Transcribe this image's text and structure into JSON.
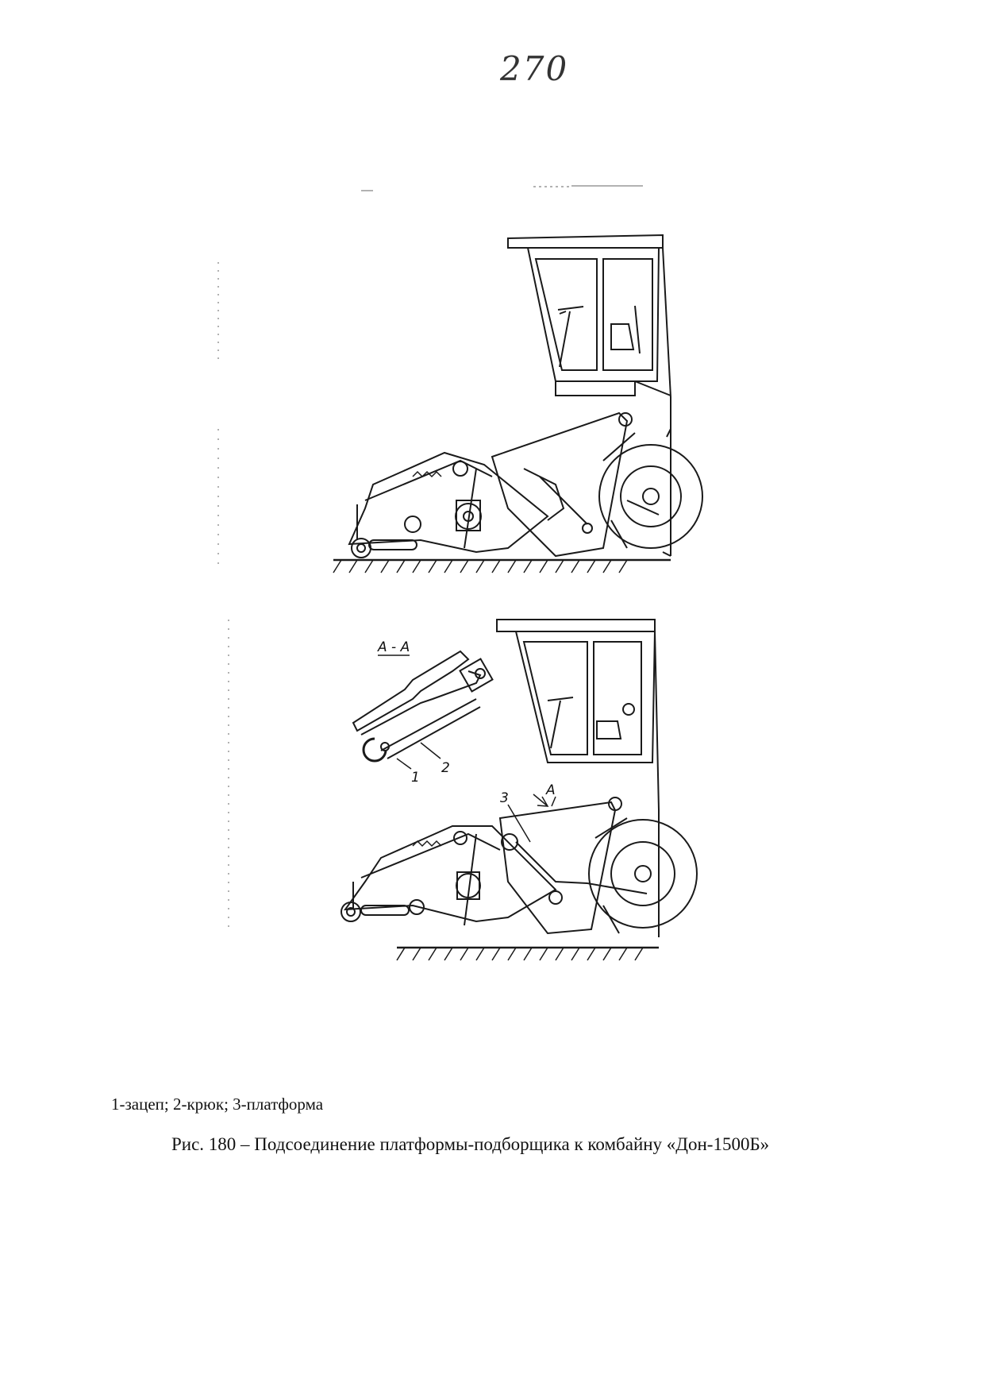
{
  "page_number": "270",
  "figure": {
    "section_label": "А - А",
    "callout_1": "1",
    "callout_2": "2",
    "callout_3": "3",
    "arrow_label": "А"
  },
  "caption": {
    "legend": "1-зацеп; 2-крюк; 3-платформа",
    "title": "Рис. 180 – Подсоединение платформы-подборщика к комбайну «Дон-1500Б»"
  }
}
